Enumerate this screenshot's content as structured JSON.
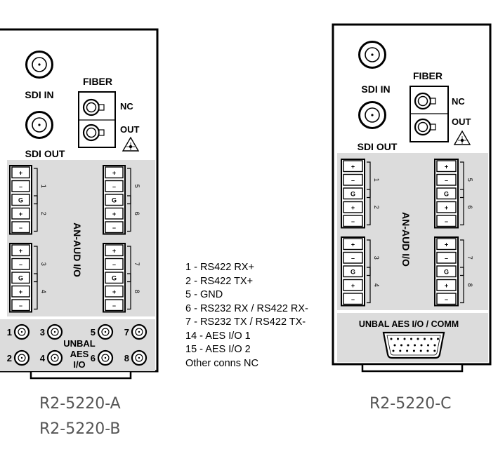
{
  "left_panel": {
    "sdi_in": "SDI IN",
    "sdi_out": "SDI OUT",
    "fiber": "FIBER",
    "nc": "NC",
    "out": "OUT",
    "terminal_title": "AN-AUD I/O",
    "pin_labels": [
      "+",
      "–",
      "G",
      "+",
      "–"
    ],
    "group_labels": [
      "1",
      "2",
      "3",
      "4",
      "5",
      "6",
      "7",
      "8"
    ],
    "bnc_numbers": [
      "1",
      "2",
      "3",
      "4",
      "5",
      "6",
      "7",
      "8"
    ],
    "unbal_aes": [
      "UNBAL",
      "AES",
      "I/O"
    ]
  },
  "right_panel": {
    "sdi_in": "SDI IN",
    "sdi_out": "SDI OUT",
    "fiber": "FIBER",
    "nc": "NC",
    "out": "OUT",
    "terminal_title": "AN-AUD I/O",
    "comm_label": "UNBAL AES I/O / COMM"
  },
  "pinout": [
    "1 - RS422 RX+",
    "2 - RS422 TX+",
    "5 - GND",
    "6 - RS232 RX / RS422 RX-",
    "7 - RS232 TX / RS422 TX-",
    "14 - AES I/O 1",
    "15 - AES I/O 2",
    "Other conns NC"
  ],
  "models": {
    "left": [
      "R2-5220-A",
      "R2-5220-B"
    ],
    "right": "R2-5220-C"
  }
}
